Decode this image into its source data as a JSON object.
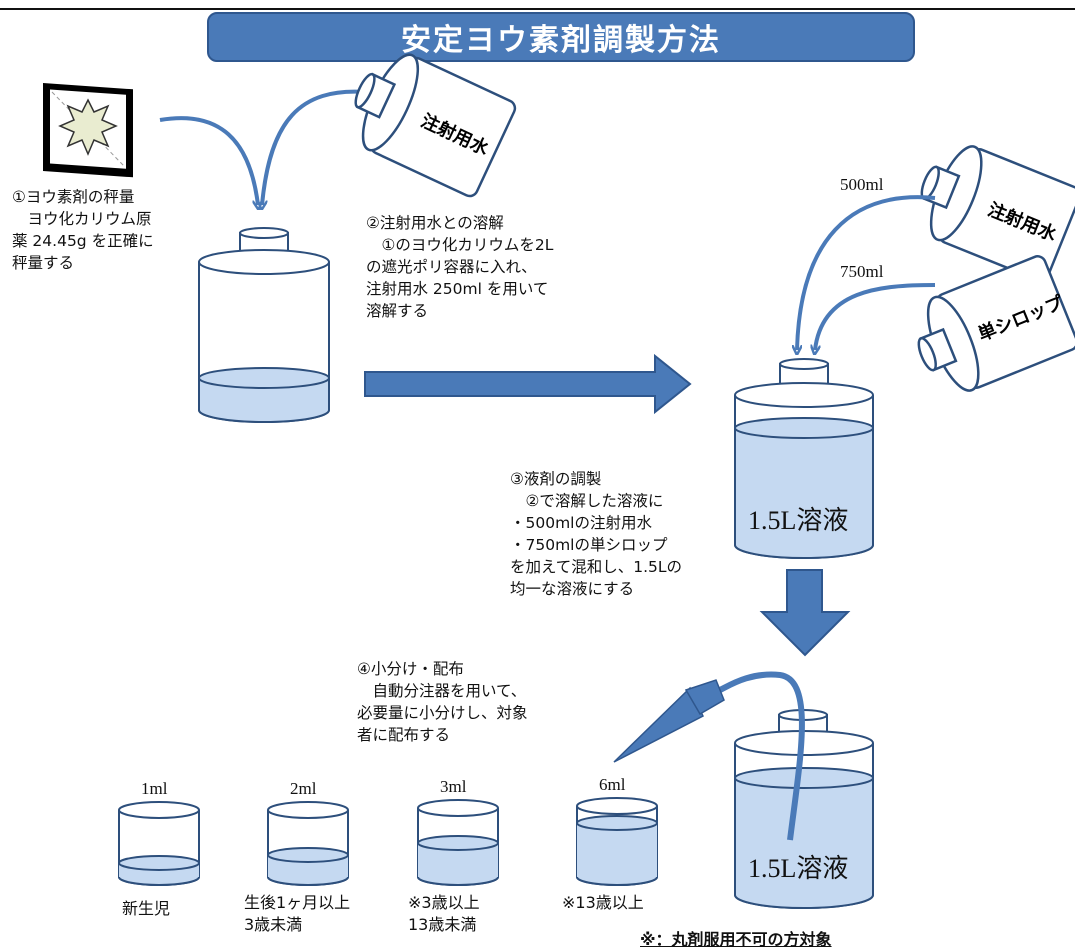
{
  "title": "安定ヨウ素剤調製方法",
  "bottles": {
    "water1": "注射用水",
    "water2": "注射用水",
    "syrup": "単シロップ"
  },
  "volumes": {
    "water_add": "500ml",
    "syrup_add": "750ml"
  },
  "solution_label": "1.5L溶液",
  "steps": {
    "s1": "①ヨウ素剤の秤量\n　ヨウ化カリウム原\n薬 24.45g を正確に\n秤量する",
    "s2": "②注射用水との溶解\n　①のヨウ化カリウムを2L\nの遮光ポリ容器に入れ、\n注射用水 250ml を用いて\n溶解する",
    "s3": "③液剤の調製\n　②で溶解した溶液に\n・500mlの注射用水\n・750mlの単シロップ\nを加えて混和し、1.5Lの\n均一な溶液にする",
    "s4": "④小分け・配布\n　自動分注器を用いて、\n必要量に小分けし、対象\n者に配布する"
  },
  "doses": [
    {
      "volume": "1ml",
      "label": "新生児",
      "fill": 0.2
    },
    {
      "volume": "2ml",
      "label": "生後1ヶ月以上\n3歳未満",
      "fill": 0.33
    },
    {
      "volume": "3ml",
      "label": "※3歳以上\n13歳未満",
      "fill": 0.5
    },
    {
      "volume": "6ml",
      "label": "※13歳以上",
      "fill": 0.8
    }
  ],
  "footnote": "※：丸剤服用不可の方対象",
  "colors": {
    "accent": "#4a7ab8",
    "liquid": "#c5d9f1",
    "outline": "#2d4f7c"
  }
}
